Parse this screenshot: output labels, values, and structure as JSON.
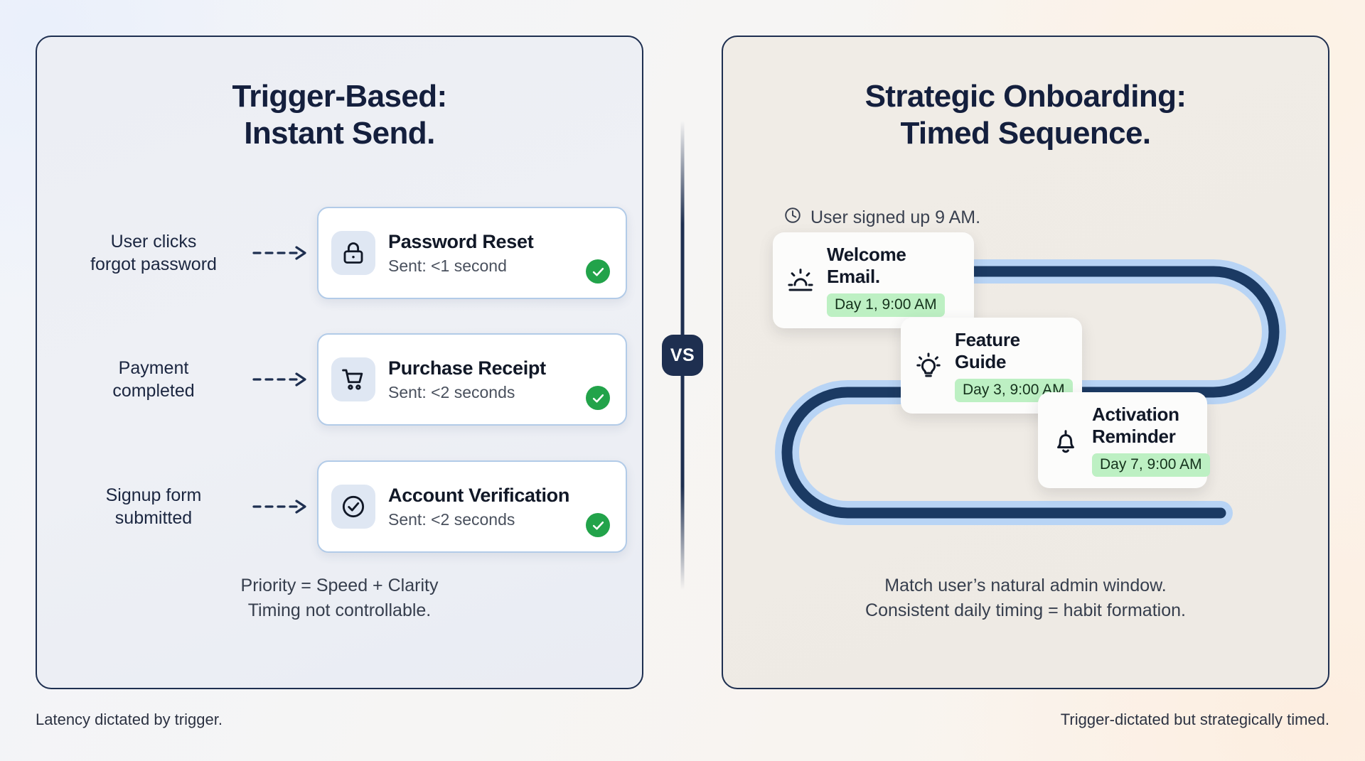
{
  "left_panel": {
    "title_line1": "Trigger-Based:",
    "title_line2": "Instant Send.",
    "rows": [
      {
        "trigger_line1": "User clicks",
        "trigger_line2": "forgot password",
        "icon": "lock-icon",
        "card_title": "Password Reset",
        "card_sub": "Sent: <1 second",
        "status": "check-circle-icon"
      },
      {
        "trigger_line1": "Payment",
        "trigger_line2": "completed",
        "icon": "shopping-cart-icon",
        "card_title": "Purchase Receipt",
        "card_sub": "Sent: <2 seconds",
        "status": "check-circle-icon"
      },
      {
        "trigger_line1": "Signup form",
        "trigger_line2": "submitted",
        "icon": "check-circle-outline-icon",
        "card_title": "Account Verification",
        "card_sub": "Sent: <2 seconds",
        "status": "check-circle-icon"
      }
    ],
    "footnote_line1": "Priority = Speed + Clarity",
    "footnote_line2": "Timing not controllable."
  },
  "divider": {
    "badge_label": "VS"
  },
  "right_panel": {
    "title_line1": "Strategic Onboarding:",
    "title_line2": "Timed Sequence.",
    "signup_note": "User signed up 9 AM.",
    "signup_note_icon": "clock-icon",
    "timeline": [
      {
        "icon": "sunrise-icon",
        "title": "Welcome Email.",
        "chip": "Day 1, 9:00 AM"
      },
      {
        "icon": "lightbulb-icon",
        "title": "Feature Guide",
        "chip": "Day 3, 9:00 AM"
      },
      {
        "icon": "bell-icon",
        "title_line1": "Activation",
        "title_line2": "Reminder",
        "chip": "Day 7, 9:00 AM"
      }
    ],
    "footnote_line1": "Match user’s natural admin window.",
    "footnote_line2": "Consistent daily timing = habit formation."
  },
  "captions": {
    "left": "Latency dictated by trigger.",
    "right": "Trigger-dictated but strategically timed."
  },
  "colors": {
    "navy": "#1e2f50",
    "path_core": "#1b3a63",
    "path_halo": "#b8d4f5",
    "success_green": "#22a34a",
    "chip_green": "#bdf0c3",
    "card_border_blue": "#b2cbe8"
  }
}
